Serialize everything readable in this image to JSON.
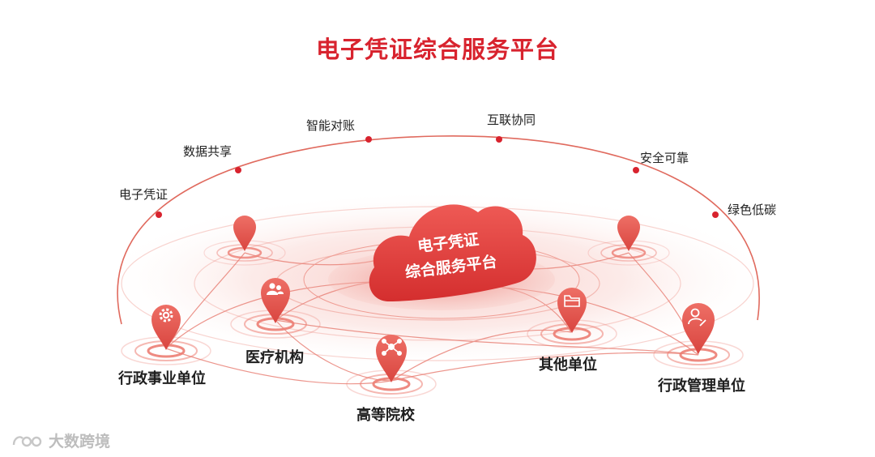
{
  "title": "电子凭证综合服务平台",
  "features": [
    "电子凭证",
    "数据共享",
    "智能对账",
    "互联协同",
    "安全可靠",
    "绿色低碳"
  ],
  "cloud": {
    "line1": "电子凭证",
    "line2": "综合服务平台"
  },
  "nodes": {
    "administrative_institution": "行政事业单位",
    "medical_institution": "医疗机构",
    "university": "高等院校",
    "other_units": "其他单位",
    "administrative_management_unit": "行政管理单位"
  },
  "icons": {
    "administrative_institution": "gear-icon",
    "medical_institution": "users-icon",
    "university": "network-icon",
    "other_units": "folder-icon",
    "administrative_management_unit": "user-edit-icon"
  },
  "colors": {
    "accent": "#d8232e",
    "pin": "#e8605f",
    "arc": "#e06a5e"
  },
  "watermark": "大数跨境"
}
